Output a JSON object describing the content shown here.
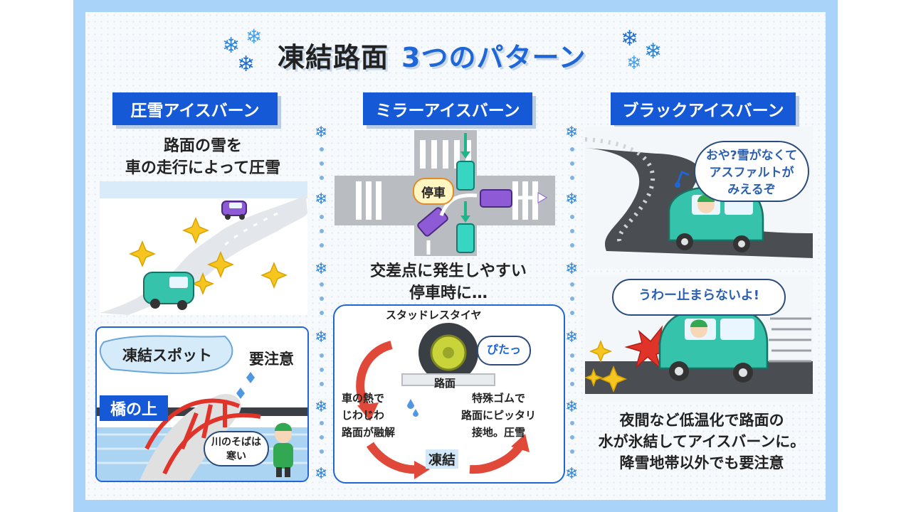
{
  "title": {
    "main": "凍結路面",
    "accent": "3つのパターン"
  },
  "snowflake": "❄",
  "columns": {
    "left": {
      "badge": "圧雪アイスバーン",
      "desc": [
        "路面の雪を",
        "車の走行によって圧雪"
      ],
      "spot_label": "凍結スポット",
      "caution": "要注意",
      "bridge_label": "橋の上",
      "bubble": [
        "川のそばは",
        "寒い"
      ]
    },
    "center": {
      "badge": "ミラーアイスバーン",
      "stop_label": "停車",
      "desc": [
        "交差点に発生しやすい",
        "停車時に…"
      ],
      "tire_label": "スタッドレスタイヤ",
      "road_label": "路面",
      "sound_label": "ぴたっ",
      "heat_text": [
        "車の熱で",
        "じわじわ",
        "路面が融解"
      ],
      "rubber_text": [
        "特殊ゴムで",
        "路面にピッタリ",
        "接地。圧雪"
      ],
      "freeze_label": "凍結"
    },
    "right": {
      "badge": "ブラックアイスバーン",
      "bubble_top": [
        "おや?雪がなくて",
        "アスファルトが",
        "みえるぞ"
      ],
      "bubble_bottom": "うわー止まらないよ!",
      "desc": [
        "夜間など低温化で路面の",
        "水が氷結してアイスバーンに。",
        "降雪地帯以外でも要注意"
      ]
    }
  },
  "colors": {
    "frame": "#a9d3f8",
    "badge": "#1559d6",
    "accent": "#1f67d6",
    "car": "#36c3ac",
    "purple": "#8e5ad6",
    "red": "#e0493a"
  }
}
